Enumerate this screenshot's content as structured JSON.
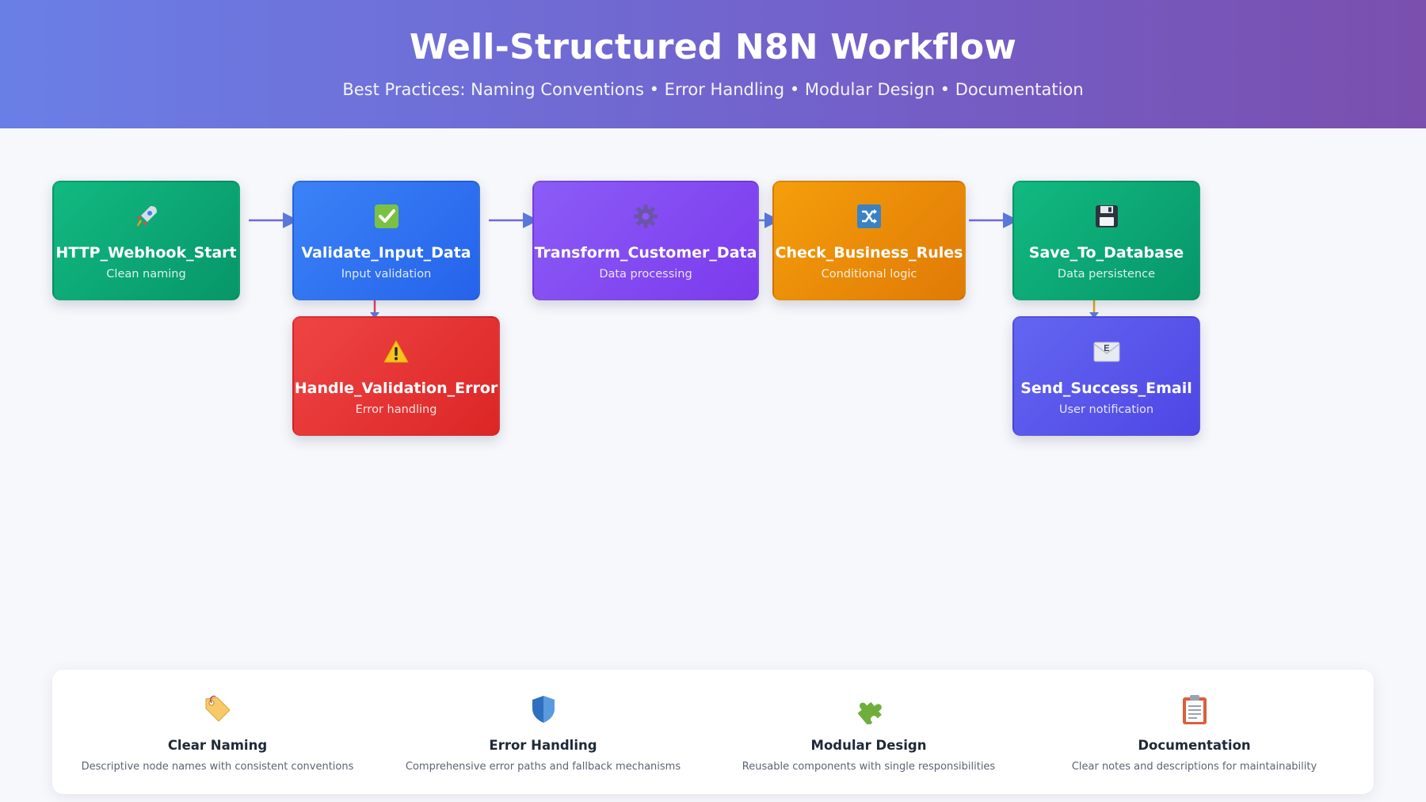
{
  "header": {
    "title": "Well-Structured N8N Workflow",
    "subtitle": "Best Practices: Naming Conventions • Error Handling • Modular Design • Documentation"
  },
  "nodes": [
    {
      "name": "HTTP_Webhook_Start",
      "desc": "Clean naming",
      "icon": "rocket-icon",
      "color": "#10b981"
    },
    {
      "name": "Validate_Input_Data",
      "desc": "Input validation",
      "icon": "check-box-icon",
      "color": "#3b82f6"
    },
    {
      "name": "Transform_Customer_Data",
      "desc": "Data processing",
      "icon": "gear-icon",
      "color": "#8b5cf6"
    },
    {
      "name": "Check_Business_Rules",
      "desc": "Conditional logic",
      "icon": "shuffle-icon",
      "color": "#f59e0b"
    },
    {
      "name": "Save_To_Database",
      "desc": "Data persistence",
      "icon": "floppy-disk-icon",
      "color": "#10b981"
    },
    {
      "name": "Handle_Validation_Error",
      "desc": "Error handling",
      "icon": "warning-icon",
      "color": "#ef4444"
    },
    {
      "name": "Send_Success_Email",
      "desc": "User notification",
      "icon": "envelope-icon",
      "color": "#6366f1"
    }
  ],
  "practices": [
    {
      "title": "Clear Naming",
      "desc": "Descriptive node names with consistent conventions",
      "icon": "tag-icon"
    },
    {
      "title": "Error Handling",
      "desc": "Comprehensive error paths and fallback mechanisms",
      "icon": "shield-icon"
    },
    {
      "title": "Modular Design",
      "desc": "Reusable components with single responsibilities",
      "icon": "puzzle-icon"
    },
    {
      "title": "Documentation",
      "desc": "Clear notes and descriptions for maintainability",
      "icon": "clipboard-icon"
    }
  ]
}
